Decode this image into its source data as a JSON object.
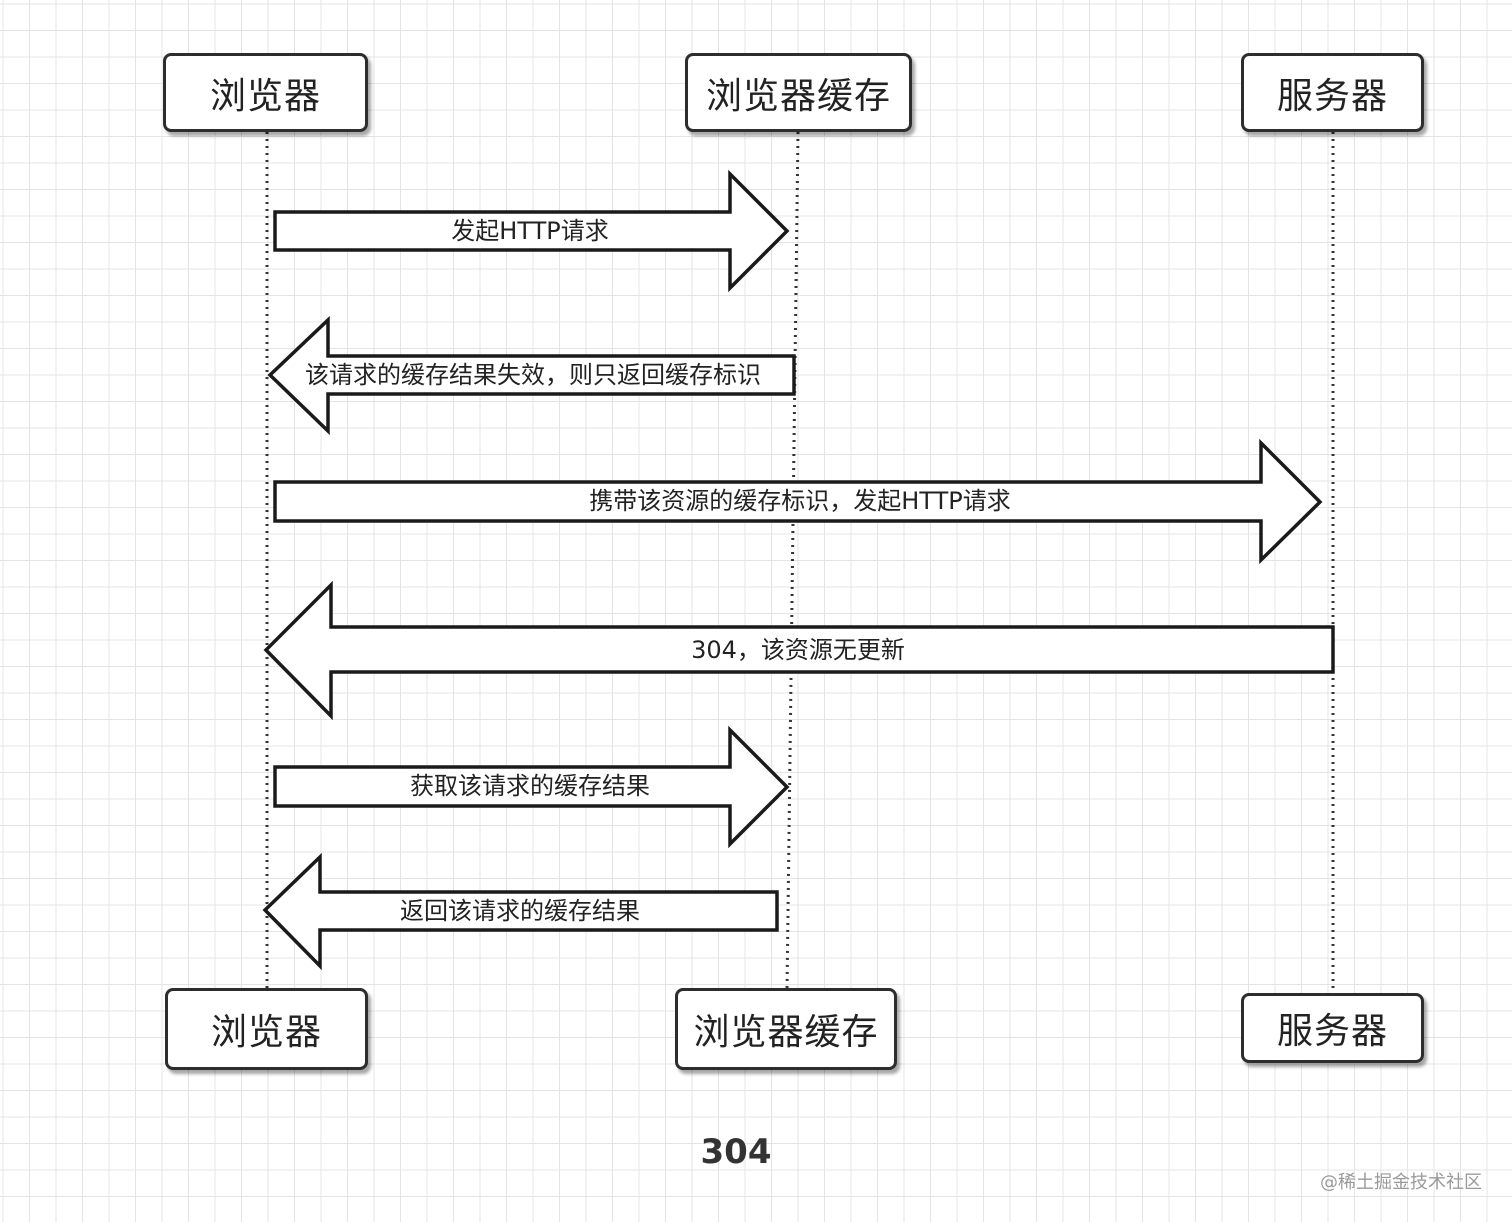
{
  "participants": {
    "browser": "浏览器",
    "cache": "浏览器缓存",
    "server": "服务器"
  },
  "messages": [
    {
      "text": "发起HTTP请求",
      "from": "browser",
      "to": "cache"
    },
    {
      "text": "该请求的缓存结果失效，则只返回缓存标识",
      "from": "cache",
      "to": "browser"
    },
    {
      "text": "携带该资源的缓存标识，发起HTTP请求",
      "from": "browser",
      "to": "server"
    },
    {
      "text": "304，该资源无更新",
      "from": "server",
      "to": "browser"
    },
    {
      "text": "获取该请求的缓存结果",
      "from": "browser",
      "to": "cache"
    },
    {
      "text": "返回该请求的缓存结果",
      "from": "cache",
      "to": "browser"
    }
  ],
  "caption": "304",
  "watermark": "@稀土掘金技术社区",
  "colors": {
    "grid": "#e4e4e4",
    "stroke": "#1a1a1a",
    "lifeline": "#333333"
  }
}
